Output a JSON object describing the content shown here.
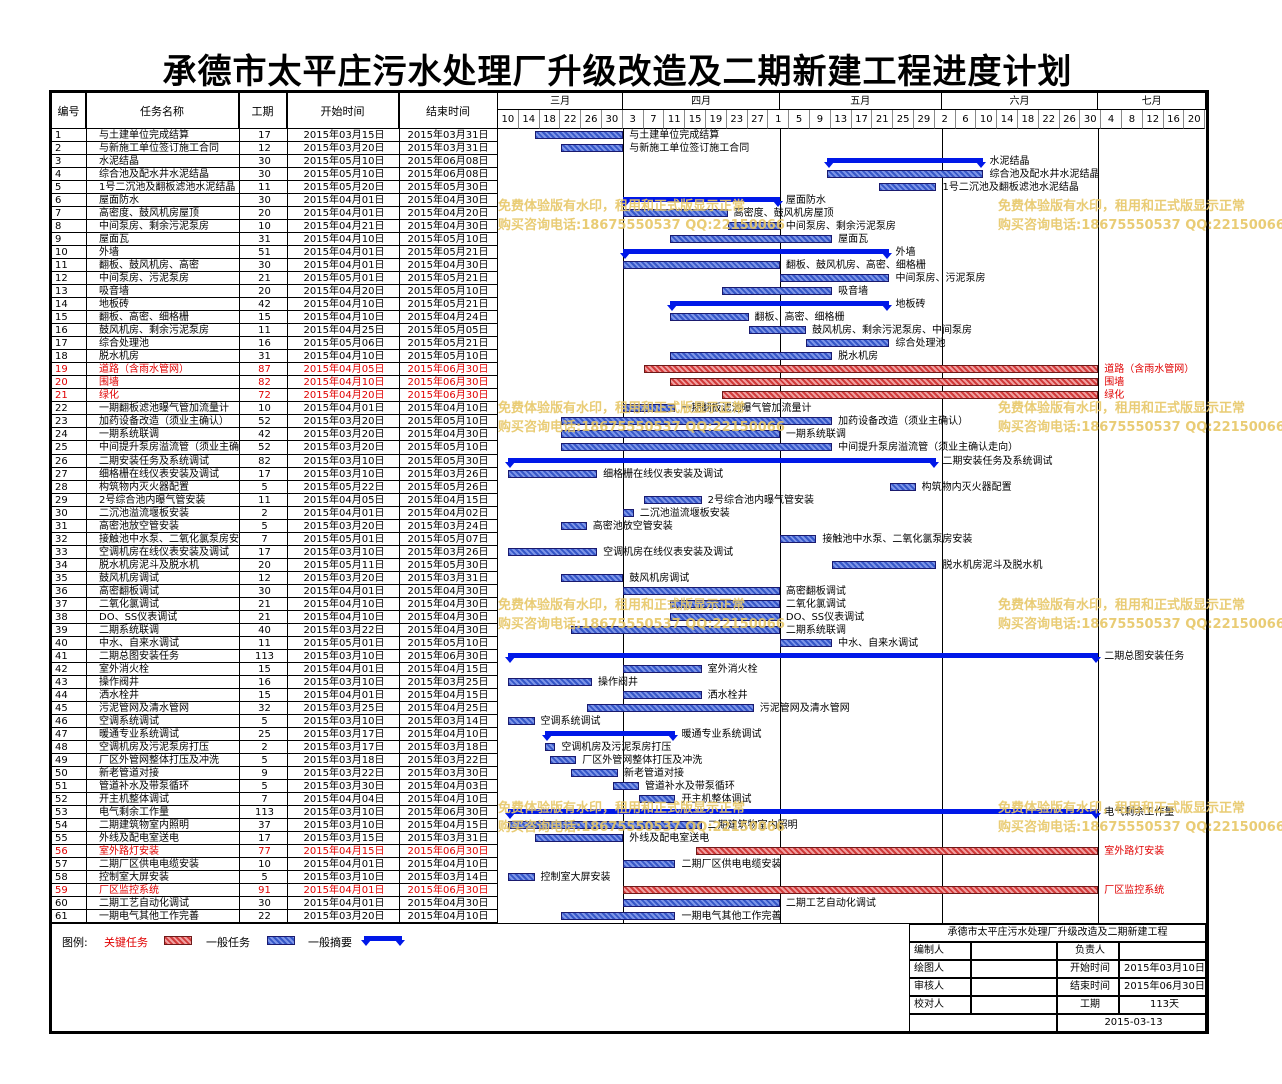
{
  "title": "承德市太平庄污水处理厂升级改造及二期新建工程进度计划",
  "columns": {
    "id": "编号",
    "name": "任务名称",
    "dur": "工期",
    "start": "开始时间",
    "end": "结束时间"
  },
  "months": [
    "三月",
    "四月",
    "五月",
    "六月",
    "七月"
  ],
  "days": [
    "10",
    "14",
    "18",
    "22",
    "26",
    "30",
    "3",
    "7",
    "11",
    "15",
    "19",
    "23",
    "27",
    "1",
    "5",
    "9",
    "13",
    "17",
    "21",
    "25",
    "29",
    "2",
    "6",
    "10",
    "14",
    "18",
    "22",
    "26",
    "30",
    "4",
    "8",
    "12",
    "16",
    "20"
  ],
  "tasks": [
    {
      "id": "1",
      "name": "与土建单位完成结算",
      "dur": "17",
      "start": "2015年03月15日",
      "end": "2015年03月31日",
      "type": "normal",
      "label": "与土建单位完成结算"
    },
    {
      "id": "2",
      "name": "与新施工单位签订施工合同",
      "dur": "12",
      "start": "2015年03月20日",
      "end": "2015年03月31日",
      "type": "normal",
      "label": "与新施工单位签订施工合同"
    },
    {
      "id": "3",
      "name": "水泥结晶",
      "dur": "30",
      "start": "2015年05月10日",
      "end": "2015年06月08日",
      "type": "summary",
      "label": "水泥结晶"
    },
    {
      "id": "4",
      "name": "综合池及配水井水泥结晶",
      "dur": "30",
      "start": "2015年05月10日",
      "end": "2015年06月08日",
      "type": "normal",
      "label": "综合池及配水井水泥结晶"
    },
    {
      "id": "5",
      "name": "1号二沉池及翻板滤池水泥结晶",
      "dur": "11",
      "start": "2015年05月20日",
      "end": "2015年05月30日",
      "type": "normal",
      "label": "1号二沉池及翻板滤池水泥结晶"
    },
    {
      "id": "6",
      "name": "屋面防水",
      "dur": "30",
      "start": "2015年04月01日",
      "end": "2015年04月30日",
      "type": "summary",
      "label": "屋面防水"
    },
    {
      "id": "7",
      "name": "高密度、鼓风机房屋顶",
      "dur": "20",
      "start": "2015年04月01日",
      "end": "2015年04月20日",
      "type": "normal",
      "label": "高密度、鼓风机房屋顶"
    },
    {
      "id": "8",
      "name": "中间泵房、剩余污泥泵房",
      "dur": "10",
      "start": "2015年04月21日",
      "end": "2015年04月30日",
      "type": "normal",
      "label": "中间泵房、剩余污泥泵房"
    },
    {
      "id": "9",
      "name": "屋面瓦",
      "dur": "31",
      "start": "2015年04月10日",
      "end": "2015年05月10日",
      "type": "normal",
      "label": "屋面瓦"
    },
    {
      "id": "10",
      "name": "外墙",
      "dur": "51",
      "start": "2015年04月01日",
      "end": "2015年05月21日",
      "type": "summary",
      "label": "外墙"
    },
    {
      "id": "11",
      "name": "翻板、鼓风机房、高密",
      "dur": "30",
      "start": "2015年04月01日",
      "end": "2015年04月30日",
      "type": "normal",
      "label": "翻板、鼓风机房、高密、细格栅"
    },
    {
      "id": "12",
      "name": "中间泵房、污泥泵房",
      "dur": "21",
      "start": "2015年05月01日",
      "end": "2015年05月21日",
      "type": "normal",
      "label": "中间泵房、污泥泵房"
    },
    {
      "id": "13",
      "name": "吸音墙",
      "dur": "20",
      "start": "2015年04月20日",
      "end": "2015年05月10日",
      "type": "normal",
      "label": "吸音墙"
    },
    {
      "id": "14",
      "name": "地板砖",
      "dur": "42",
      "start": "2015年04月10日",
      "end": "2015年05月21日",
      "type": "summary",
      "label": "地板砖"
    },
    {
      "id": "15",
      "name": "翻板、高密、细格栅",
      "dur": "15",
      "start": "2015年04月10日",
      "end": "2015年04月24日",
      "type": "normal",
      "label": "翻板、高密、细格栅"
    },
    {
      "id": "16",
      "name": "鼓风机房、剩余污泥泵房",
      "dur": "11",
      "start": "2015年04月25日",
      "end": "2015年05月05日",
      "type": "normal",
      "label": "鼓风机房、剩余污泥泵房、中间泵房"
    },
    {
      "id": "17",
      "name": "综合处理池",
      "dur": "16",
      "start": "2015年05月06日",
      "end": "2015年05月21日",
      "type": "normal",
      "label": "综合处理池"
    },
    {
      "id": "18",
      "name": "脱水机房",
      "dur": "31",
      "start": "2015年04月10日",
      "end": "2015年05月10日",
      "type": "normal",
      "label": "脱水机房"
    },
    {
      "id": "19",
      "name": "道路（含雨水管网）",
      "dur": "87",
      "start": "2015年04月05日",
      "end": "2015年06月30日",
      "type": "critical",
      "label": "道路（含雨水管网）"
    },
    {
      "id": "20",
      "name": "围墙",
      "dur": "82",
      "start": "2015年04月10日",
      "end": "2015年06月30日",
      "type": "critical",
      "label": "围墙"
    },
    {
      "id": "21",
      "name": "绿化",
      "dur": "72",
      "start": "2015年04月20日",
      "end": "2015年06月30日",
      "type": "critical",
      "label": "绿化"
    },
    {
      "id": "22",
      "name": "一期翻板滤池曝气管加流量计",
      "dur": "10",
      "start": "2015年04月01日",
      "end": "2015年04月10日",
      "type": "normal",
      "label": "一期翻板滤池曝气管加流量计"
    },
    {
      "id": "23",
      "name": "加药设备改造（须业主确认）",
      "dur": "52",
      "start": "2015年03月20日",
      "end": "2015年05月10日",
      "type": "normal",
      "label": "加药设备改造（须业主确认）"
    },
    {
      "id": "24",
      "name": "一期系统联调",
      "dur": "42",
      "start": "2015年03月20日",
      "end": "2015年04月30日",
      "type": "normal",
      "label": "一期系统联调"
    },
    {
      "id": "25",
      "name": "中间提升泵房溢流管（须业主确认走向）",
      "dur": "52",
      "start": "2015年03月20日",
      "end": "2015年05月10日",
      "type": "normal",
      "label": "中间提升泵房溢流管（须业主确认走向）"
    },
    {
      "id": "26",
      "name": "二期安装任务及系统调试",
      "dur": "82",
      "start": "2015年03月10日",
      "end": "2015年05月30日",
      "type": "summary",
      "label": "二期安装任务及系统调试"
    },
    {
      "id": "27",
      "name": "细格栅在线仪表安装及调试",
      "dur": "17",
      "start": "2015年03月10日",
      "end": "2015年03月26日",
      "type": "normal",
      "label": "细格栅在线仪表安装及调试"
    },
    {
      "id": "28",
      "name": "构筑物内灭火器配置",
      "dur": "5",
      "start": "2015年05月22日",
      "end": "2015年05月26日",
      "type": "normal",
      "label": "构筑物内灭火器配置"
    },
    {
      "id": "29",
      "name": "2号综合池内曝气管安装",
      "dur": "11",
      "start": "2015年04月05日",
      "end": "2015年04月15日",
      "type": "normal",
      "label": "2号综合池内曝气管安装"
    },
    {
      "id": "30",
      "name": "二沉池溢流堰板安装",
      "dur": "2",
      "start": "2015年04月01日",
      "end": "2015年04月02日",
      "type": "normal",
      "label": "二沉池溢流堰板安装"
    },
    {
      "id": "31",
      "name": "高密池放空管安装",
      "dur": "5",
      "start": "2015年03月20日",
      "end": "2015年03月24日",
      "type": "normal",
      "label": "高密池放空管安装"
    },
    {
      "id": "32",
      "name": "接触池中水泵、二氧化氯泵房安装",
      "dur": "7",
      "start": "2015年05月01日",
      "end": "2015年05月07日",
      "type": "normal",
      "label": "接触池中水泵、二氧化氯泵房安装"
    },
    {
      "id": "33",
      "name": "空调机房在线仪表安装及调试",
      "dur": "17",
      "start": "2015年03月10日",
      "end": "2015年03月26日",
      "type": "normal",
      "label": "空调机房在线仪表安装及调试"
    },
    {
      "id": "34",
      "name": "脱水机房泥斗及脱水机",
      "dur": "20",
      "start": "2015年05月11日",
      "end": "2015年05月30日",
      "type": "normal",
      "label": "脱水机房泥斗及脱水机"
    },
    {
      "id": "35",
      "name": "鼓风机房调试",
      "dur": "12",
      "start": "2015年03月20日",
      "end": "2015年03月31日",
      "type": "normal",
      "label": "鼓风机房调试"
    },
    {
      "id": "36",
      "name": "高密翻板调试",
      "dur": "30",
      "start": "2015年04月01日",
      "end": "2015年04月30日",
      "type": "normal",
      "label": "高密翻板调试"
    },
    {
      "id": "37",
      "name": "二氧化氯调试",
      "dur": "21",
      "start": "2015年04月10日",
      "end": "2015年04月30日",
      "type": "normal",
      "label": "二氧化氯调试"
    },
    {
      "id": "38",
      "name": "DO、SS仪表调试",
      "dur": "21",
      "start": "2015年04月10日",
      "end": "2015年04月30日",
      "type": "normal",
      "label": "DO、SS仪表调试"
    },
    {
      "id": "39",
      "name": "二期系统联调",
      "dur": "40",
      "start": "2015年03月22日",
      "end": "2015年04月30日",
      "type": "normal",
      "label": "二期系统联调"
    },
    {
      "id": "40",
      "name": "中水、自来水调试",
      "dur": "11",
      "start": "2015年05月01日",
      "end": "2015年05月10日",
      "type": "normal",
      "label": "中水、自来水调试"
    },
    {
      "id": "41",
      "name": "二期总图安装任务",
      "dur": "113",
      "start": "2015年03月10日",
      "end": "2015年06月30日",
      "type": "summary",
      "label": "二期总图安装任务"
    },
    {
      "id": "42",
      "name": "室外消火栓",
      "dur": "15",
      "start": "2015年04月01日",
      "end": "2015年04月15日",
      "type": "normal",
      "label": "室外消火栓"
    },
    {
      "id": "43",
      "name": "操作阀井",
      "dur": "16",
      "start": "2015年03月10日",
      "end": "2015年03月25日",
      "type": "normal",
      "label": "操作阀井"
    },
    {
      "id": "44",
      "name": "洒水栓井",
      "dur": "15",
      "start": "2015年04月01日",
      "end": "2015年04月15日",
      "type": "normal",
      "label": "洒水栓井"
    },
    {
      "id": "45",
      "name": "污泥管网及清水管网",
      "dur": "32",
      "start": "2015年03月25日",
      "end": "2015年04月25日",
      "type": "normal",
      "label": "污泥管网及清水管网"
    },
    {
      "id": "46",
      "name": "空调系统调试",
      "dur": "5",
      "start": "2015年03月10日",
      "end": "2015年03月14日",
      "type": "normal",
      "label": "空调系统调试"
    },
    {
      "id": "47",
      "name": "暖通专业系统调试",
      "dur": "25",
      "start": "2015年03月17日",
      "end": "2015年04月10日",
      "type": "summary",
      "label": "暖通专业系统调试"
    },
    {
      "id": "48",
      "name": "空调机房及污泥泵房打压",
      "dur": "2",
      "start": "2015年03月17日",
      "end": "2015年03月18日",
      "type": "normal",
      "label": "空调机房及污泥泵房打压"
    },
    {
      "id": "49",
      "name": "厂区外管网整体打压及冲洗",
      "dur": "5",
      "start": "2015年03月18日",
      "end": "2015年03月22日",
      "type": "normal",
      "label": "厂区外管网整体打压及冲洗"
    },
    {
      "id": "50",
      "name": "新老管道对接",
      "dur": "9",
      "start": "2015年03月22日",
      "end": "2015年03月30日",
      "type": "normal",
      "label": "新老管道对接"
    },
    {
      "id": "51",
      "name": "管道补水及带泵循环",
      "dur": "5",
      "start": "2015年03月30日",
      "end": "2015年04月03日",
      "type": "normal",
      "label": "管道补水及带泵循环"
    },
    {
      "id": "52",
      "name": "开主机整体调试",
      "dur": "7",
      "start": "2015年04月04日",
      "end": "2015年04月10日",
      "type": "normal",
      "label": "开主机整体调试"
    },
    {
      "id": "53",
      "name": "电气剩余工作量",
      "dur": "113",
      "start": "2015年03月10日",
      "end": "2015年06月30日",
      "type": "summary",
      "label": "电气剩余工作量"
    },
    {
      "id": "54",
      "name": "二期建筑物室内照明",
      "dur": "37",
      "start": "2015年03月10日",
      "end": "2015年04月15日",
      "type": "normal",
      "label": "二期建筑物室内照明"
    },
    {
      "id": "55",
      "name": "外线及配电室送电",
      "dur": "17",
      "start": "2015年03月15日",
      "end": "2015年03月31日",
      "type": "normal",
      "label": "外线及配电室送电"
    },
    {
      "id": "56",
      "name": "室外路灯安装",
      "dur": "77",
      "start": "2015年04月15日",
      "end": "2015年06月30日",
      "type": "critical",
      "label": "室外路灯安装"
    },
    {
      "id": "57",
      "name": "二期厂区供电电缆安装",
      "dur": "10",
      "start": "2015年04月01日",
      "end": "2015年04月10日",
      "type": "normal",
      "label": "二期厂区供电电缆安装"
    },
    {
      "id": "58",
      "name": "控制室大屏安装",
      "dur": "5",
      "start": "2015年03月10日",
      "end": "2015年03月14日",
      "type": "normal",
      "label": "控制室大屏安装"
    },
    {
      "id": "59",
      "name": "厂区监控系统",
      "dur": "91",
      "start": "2015年04月01日",
      "end": "2015年06月30日",
      "type": "critical",
      "label": "厂区监控系统"
    },
    {
      "id": "60",
      "name": "二期工艺自动化调试",
      "dur": "30",
      "start": "2015年04月01日",
      "end": "2015年04月30日",
      "type": "normal",
      "label": "二期工艺自动化调试"
    },
    {
      "id": "61",
      "name": "一期电气其他工作完善",
      "dur": "22",
      "start": "2015年03月20日",
      "end": "2015年04月10日",
      "type": "normal",
      "label": "一期电气其他工作完善"
    }
  ],
  "watermark": {
    "line1": "免费体验版有水印，租用和正式版显示正常",
    "line2": "购买咨询电话:18675550537 QQ:22150066"
  },
  "legend": {
    "label": "图例:",
    "critical": "关键任务",
    "normal": "一般任务",
    "summary": "一般摘要"
  },
  "titleblock": {
    "project": "承德市太平庄污水处理厂升级改造及二期新建工程",
    "editor": "编制人",
    "owner": "负责人",
    "drawer": "绘图人",
    "start_label": "开始时间",
    "start_value": "2015年03月10日",
    "reviewer": "审核人",
    "end_label": "结束时间",
    "end_value": "2015年06月30日",
    "checker": "校对人",
    "dur_label": "工期",
    "dur_value": "113天",
    "date": "2015-03-13"
  },
  "colors": {
    "critical_text": "#e00000",
    "bar_blue": "#3557c8",
    "bar_red": "#d23a3a",
    "summary_blue": "#0018e8",
    "watermark": "#e7c767"
  }
}
